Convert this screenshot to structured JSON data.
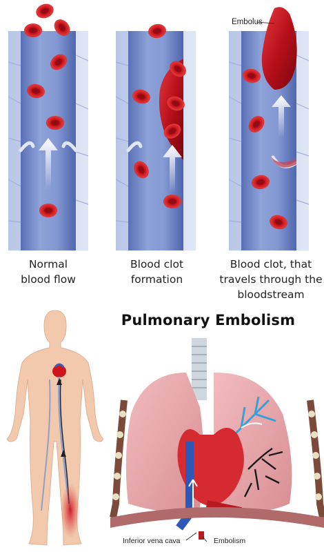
{
  "panels": [
    {
      "caption_line1": "Normal",
      "caption_line2": "blood flow"
    },
    {
      "caption_line1": "Blood clot",
      "caption_line2": "formation"
    },
    {
      "caption_line1": "Blood clot, that",
      "caption_line2": "travels through the",
      "caption_line3": "bloodstream"
    }
  ],
  "labels": {
    "embolus": "Embolus",
    "title": "Pulmonary Embolism",
    "inferior_vena_cava": "Inferior vena cava",
    "embolism": "Embolism"
  },
  "colors": {
    "vessel_blue": "#6f86c6",
    "vessel_wall": "#c7d3ec",
    "blood_red": "#c8141c",
    "lung_pink": "#e8a4a8",
    "skin": "#f2c9ad"
  }
}
